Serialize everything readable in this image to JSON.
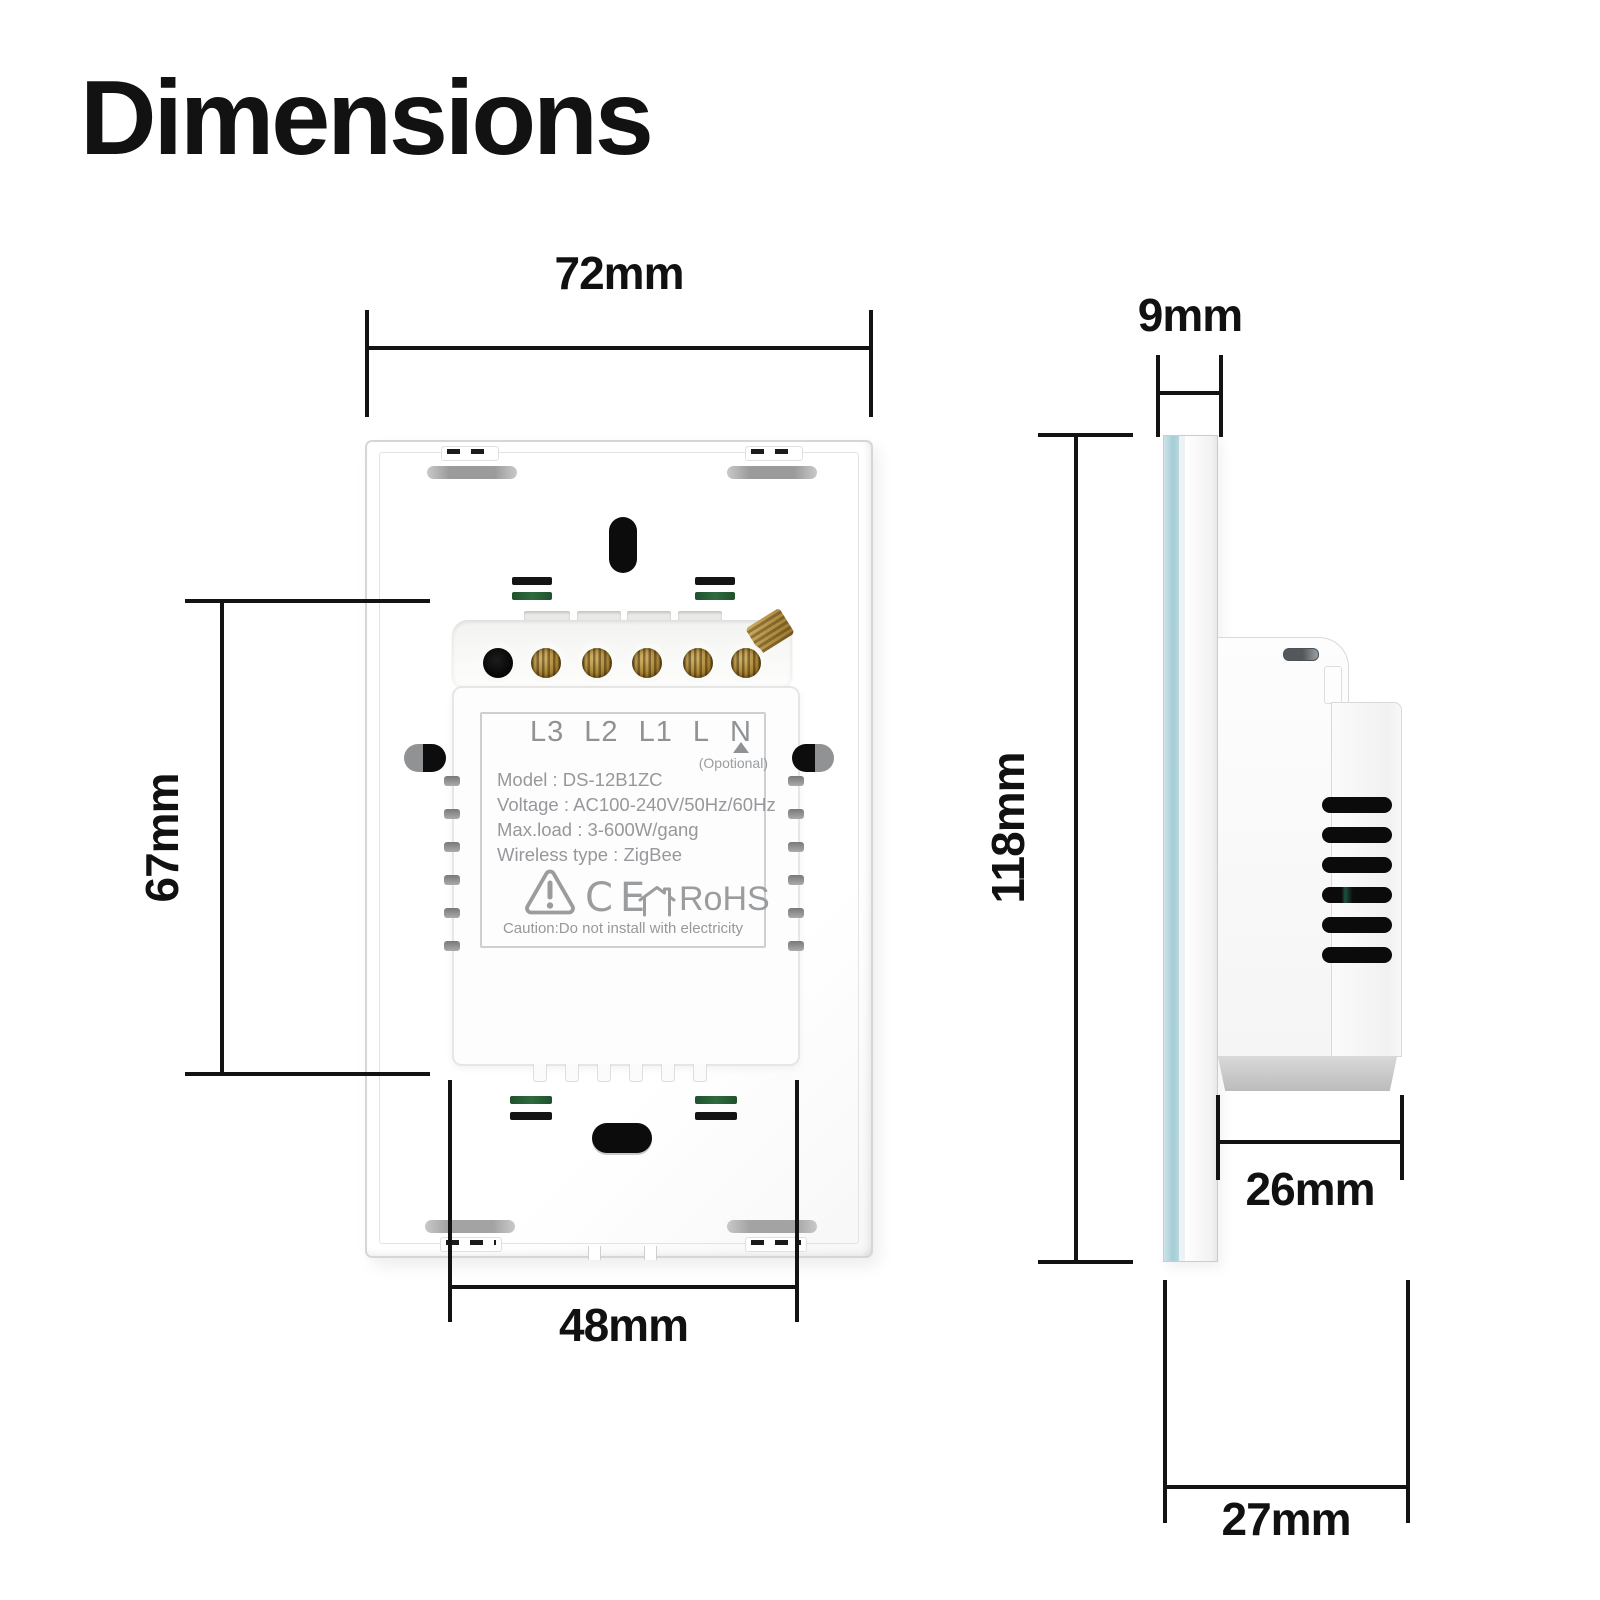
{
  "title": "Dimensions",
  "dims": {
    "front_width": "72mm",
    "mount_plate_height": "67mm",
    "mount_width": "48mm",
    "front_height": "118mm",
    "panel_thickness": "9mm",
    "module_depth": "26mm",
    "total_depth": "27mm"
  },
  "back_label": {
    "terminals": [
      "L3",
      "L2",
      "L1",
      "L",
      "N"
    ],
    "optional": "(Opotional)",
    "model": "Model : DS-12B1ZC",
    "voltage": "Voltage : AC100-240V/50Hz/60Hz",
    "max_load": "Max.load : 3-600W/gang",
    "wireless": "Wireless type : ZigBee",
    "ce_mark": "CE",
    "rohs_mark": "RoHS",
    "caution": "Caution:Do not install with electricity"
  },
  "colors": {
    "dimension_line": "#131313",
    "label_text": "#96989b",
    "glass_edge": "#aed2da",
    "brass": "#a98434",
    "vent_green": "#2e6b3e"
  }
}
